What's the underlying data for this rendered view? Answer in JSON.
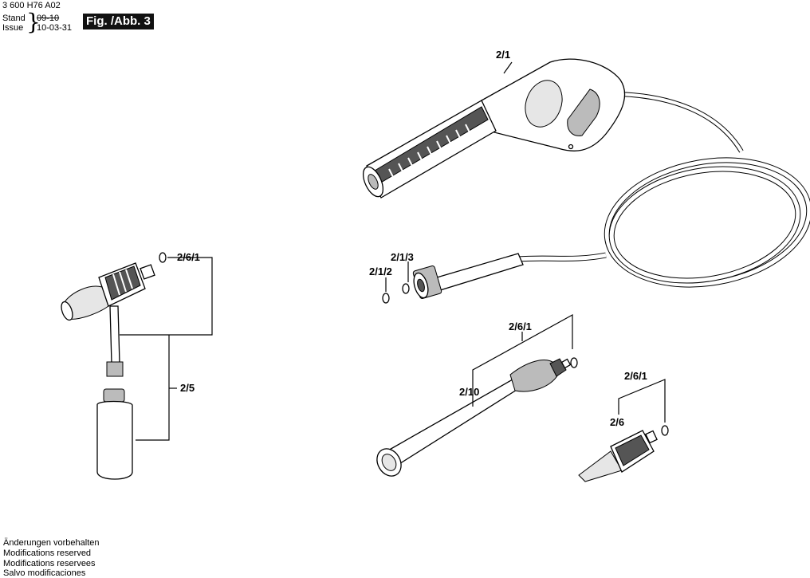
{
  "header": {
    "doc_number": "3 600 H76 A02",
    "stand_label": "Stand",
    "issue_label": "Issue",
    "stand_date": "09-10",
    "issue_date": "10-03-31",
    "figure_badge": "Fig. /Abb. 3"
  },
  "callouts": {
    "gun": "2/1",
    "hose_connector": "2/1/3",
    "hose_oring": "2/1/2",
    "lance_oring": "2/6/1",
    "foam_nozzle_oring": "2/6/1",
    "nozzle_oring": "2/6/1",
    "foam_nozzle": "2/5",
    "lance": "2/10",
    "nozzle": "2/6"
  },
  "footer": {
    "de": "Änderungen vorbehalten",
    "en": "Modifications reserved",
    "fr": "Modifications reservees",
    "es": "Salvo modificaciones"
  },
  "icons": [
    "spray-gun-icon",
    "hose-coil-icon",
    "lance-icon",
    "nozzle-icon",
    "foam-bottle-icon",
    "o-ring-icon"
  ]
}
